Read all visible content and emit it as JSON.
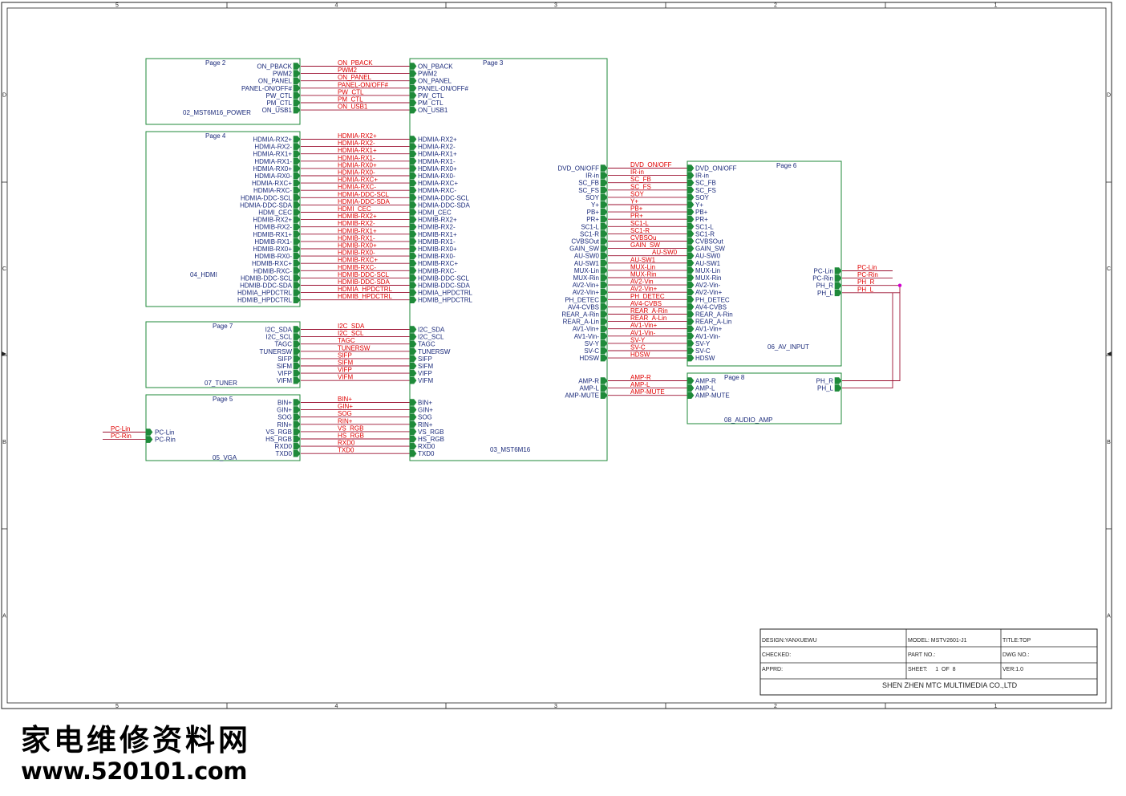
{
  "frame": {
    "cols": [
      "5",
      "4",
      "3",
      "2",
      "1"
    ],
    "rows": [
      "D",
      "C",
      "B",
      "A"
    ]
  },
  "blocks": [
    {
      "id": "power",
      "page": "Page 2",
      "name": "02_MST6M16_POWER",
      "pins": [
        "ON_PBACK",
        "PWM2",
        "ON_PANEL",
        "PANEL-ON/OFF#",
        "PW_CTL",
        "PM_CTL",
        "ON_USB1"
      ]
    },
    {
      "id": "hdmi",
      "page": "Page 4",
      "name": "04_HDMI",
      "pins": [
        "HDMIA-RX2+",
        "HDMIA-RX2-",
        "HDMIA-RX1+",
        "HDMIA-RX1-",
        "HDMIA-RX0+",
        "HDMIA-RX0-",
        "HDMIA-RXC+",
        "HDMIA-RXC-",
        "HDMIA-DDC-SCL",
        "HDMIA-DDC-SDA",
        "HDMI_CEC",
        "HDMIB-RX2+",
        "HDMIB-RX2-",
        "HDMIB-RX1+",
        "HDMIB-RX1-",
        "HDMIB-RX0+",
        "HDMIB-RX0-",
        "HDMIB-RXC+",
        "HDMIB-RXC-",
        "HDMIB-DDC-SCL",
        "HDMIB-DDC-SDA",
        "HDMIA_HPDCTRL",
        "HDMIB_HPDCTRL"
      ]
    },
    {
      "id": "tuner",
      "page": "Page 7",
      "name": "07_TUNER",
      "pins": [
        "I2C_SDA",
        "I2C_SCL",
        "TAGC",
        "TUNERSW",
        "SIFP",
        "SIFM",
        "VIFP",
        "VIFM"
      ]
    },
    {
      "id": "vga",
      "page": "Page 5",
      "name": "05_VGA",
      "pins": [
        "BIN+",
        "GIN+",
        "SOG",
        "RIN+",
        "VS_RGB",
        "HS_RGB",
        "RXD0",
        "TXD0"
      ],
      "in_pins": [
        "PC-Lin",
        "PC-Rin"
      ]
    },
    {
      "id": "mst",
      "page": "Page 3",
      "name": "03_MST6M16",
      "left_pins_a": [
        "ON_PBACK",
        "PWM2",
        "ON_PANEL",
        "PANEL-ON/OFF#",
        "PW_CTL",
        "PM_CTL",
        "ON_USB1"
      ],
      "left_pins_b": [
        "HDMIA-RX2+",
        "HDMIA-RX2-",
        "HDMIA-RX1+",
        "HDMIA-RX1-",
        "HDMIA-RX0+",
        "HDMIA-RX0-",
        "HDMIA-RXC+",
        "HDMIA-RXC-",
        "HDMIA-DDC-SCL",
        "HDMIA-DDC-SDA",
        "HDMI_CEC",
        "HDMIB-RX2+",
        "HDMIB-RX2-",
        "HDMIB-RX1+",
        "HDMIB-RX1-",
        "HDMIB-RX0+",
        "HDMIB-RX0-",
        "HDMIB-RXC+",
        "HDMIB-RXC-",
        "HDMIB-DDC-SCL",
        "HDMIB-DDC-SDA",
        "HDMIA_HPDCTRL",
        "HDMIB_HPDCTRL"
      ],
      "left_pins_c": [
        "I2C_SDA",
        "I2C_SCL",
        "TAGC",
        "TUNERSW",
        "SIFP",
        "SIFM",
        "VIFP",
        "VIFM"
      ],
      "left_pins_d": [
        "BIN+",
        "GIN+",
        "SOG",
        "RIN+",
        "VS_RGB",
        "HS_RGB",
        "RXD0",
        "TXD0"
      ],
      "right_pins_a": [
        "DVD_ON/OFF",
        "IR-in",
        "SC_FB",
        "SC_FS",
        "SOY",
        "Y+",
        "PB+",
        "PR+",
        "SC1-L",
        "SC1-R",
        "CVBSOut",
        "GAIN_SW",
        "AU-SW0",
        "AU-SW1",
        "MUX-Lin",
        "MUX-Rin",
        "AV2-Vin+",
        "AV2-Vin+",
        "PH_DETEC",
        "AV4-CVBS",
        "REAR_A-Rin",
        "REAR_A-Lin",
        "AV1-Vin+",
        "AV1-Vin-",
        "SV-Y",
        "SV-C",
        "HDSW"
      ],
      "right_pins_b": [
        "AMP-R",
        "AMP-L",
        "AMP-MUTE"
      ]
    },
    {
      "id": "av",
      "page": "Page 6",
      "name": "06_AV_INPUT",
      "pins": [
        "DVD_ON/OFF",
        "IR-in",
        "SC_FB",
        "SC_FS",
        "SOY",
        "Y+",
        "PB+",
        "PR+",
        "SC1-L",
        "SC1-R",
        "CVBSOut",
        "GAIN_SW",
        "AU-SW0",
        "AU-SW1",
        "MUX-Lin",
        "MUX-Rin",
        "AV2-Vin-",
        "AV2-Vin+",
        "PH_DETEC",
        "AV4-CVBS",
        "REAR_A-Rin",
        "REAR_A-Lin",
        "AV1-Vin+",
        "AV1-Vin-",
        "SV-Y",
        "SV-C",
        "HDSW"
      ],
      "out_pins": [
        "PC-Lin",
        "PC-Rin",
        "PH_R",
        "PH_L"
      ]
    },
    {
      "id": "amp",
      "page": "Page 8",
      "name": "08_AUDIO_AMP",
      "pins": [
        "AMP-R",
        "AMP-L",
        "AMP-MUTE"
      ],
      "out_pins": [
        "PH_R",
        "PH_L"
      ]
    }
  ],
  "wires": {
    "power": [
      "ON_PBACK",
      "PWM2",
      "ON_PANEL",
      "PANEL-ON/OFF#",
      "PW_CTL",
      "PM_CTL",
      "ON_USB1"
    ],
    "hdmi": [
      "HDMIA-RX2+",
      "HDMIA-RX2-",
      "HDMIA-RX1+",
      "HDMIA-RX1-",
      "HDMIA-RX0+",
      "HDMIA-RX0-",
      "HDMIA-RXC+",
      "HDMIA-RXC-",
      "HDMIA-DDC-SCL",
      "HDMIA-DDC-SDA",
      "HDMI_CEC",
      "HDMIB-RX2+",
      "HDMIB-RX2-",
      "HDMIB-RX1+",
      "HDMIB-RX1-",
      "HDMIB-RX0+",
      "HDMIB-RX0-",
      "HDMIB-RXC+",
      "HDMIB-RXC-",
      "HDMIB-DDC-SCL",
      "HDMIB-DDC-SDA",
      "HDMIA_HPDCTRL",
      "HDMIB_HPDCTRL"
    ],
    "tuner": [
      "I2C_SDA",
      "I2C_SCL",
      "TAGC",
      "TUNERSW",
      "SIFP",
      "SIFM",
      "VIFP",
      "VIFM"
    ],
    "vga": [
      "BIN+",
      "GIN+",
      "SOG",
      "RIN+",
      "VS_RGB",
      "HS_RGB",
      "RXD0",
      "TXD0"
    ],
    "av": [
      "DVD_ON/OFF",
      "IR-in",
      "SC_FB",
      "SC_FS",
      "SOY",
      "Y+",
      "PB+",
      "PR+",
      "SC1-L",
      "SC1-R",
      "CVBSOu",
      "GAIN_SW",
      "AU-SW0",
      "AU-SW1",
      "MUX-Lin",
      "MUX-Rin",
      "AV2-Vin",
      "AV2-Vin+",
      "PH_DETEC",
      "AV4-CVBS",
      "REAR_A-Rin",
      "REAR_A-Lin",
      "AV1-Vin+",
      "AV1-Vin-",
      "SV-Y",
      "SV-C",
      "HDSW"
    ],
    "amp": [
      "AMP-R",
      "AMP-L",
      "AMP-MUTE"
    ],
    "pc_in": [
      "PC-Lin",
      "PC-Rin"
    ],
    "pc_out": [
      "PC-Lin",
      "PC-Rin",
      "PH_R",
      "PH_L"
    ]
  },
  "title_block": {
    "design": "DESIGN:YANXUEWU",
    "model": "MODEL: MSTV2601-J1",
    "title": "TITLE:TOP",
    "checked": "CHECKED:",
    "part": "PART NO.:",
    "dwg": "DWG NO.:",
    "apprd": "APPRD:",
    "sheet": "SHEET:     1  OF  8",
    "ver": "VER:1.0",
    "company": "SHEN ZHEN MTC MULTIMEDIA CO.,LTD"
  },
  "watermark": {
    "chinese": "家电维修资料网",
    "url": "www.520101.com"
  },
  "colors": {
    "block_border": "#1f8a3a",
    "pin_label": "#1a2a7a",
    "wire": "#9b1030",
    "wire_label": "#e00000",
    "port": "#1f8a3a",
    "junction": "#d000d0"
  }
}
